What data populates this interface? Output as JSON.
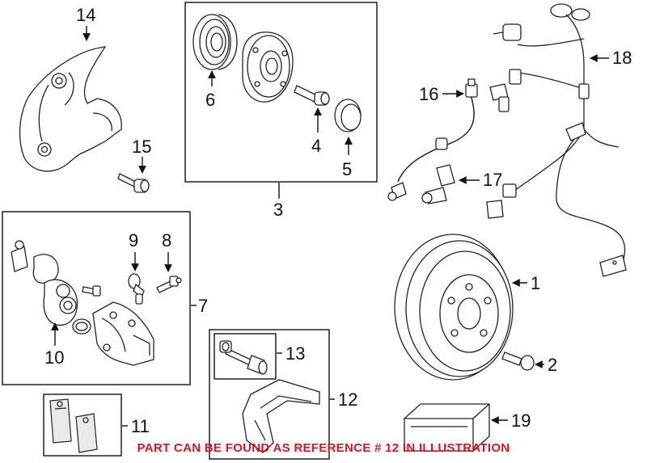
{
  "callouts": {
    "c1": "1",
    "c2": "2",
    "c3": "3",
    "c4": "4",
    "c5": "5",
    "c6": "6",
    "c7": "7",
    "c8": "8",
    "c9": "9",
    "c10": "10",
    "c11": "11",
    "c12": "12",
    "c13": "13",
    "c14": "14",
    "c15": "15",
    "c16": "16",
    "c17": "17",
    "c18": "18",
    "c19": "19"
  },
  "notice": "PART CAN BE FOUND AS REFERENCE # 12 IN ILLUSTRATION",
  "colors": {
    "notice": "#e3141e",
    "line": "#222222"
  }
}
